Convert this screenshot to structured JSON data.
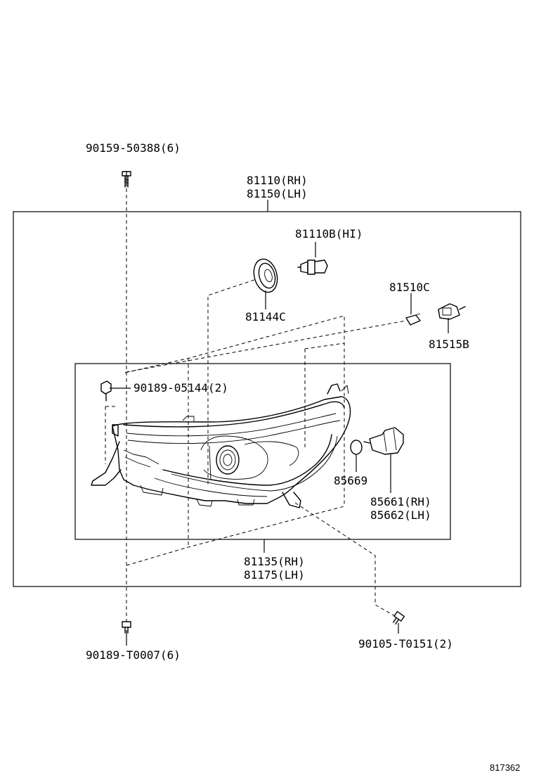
{
  "labels": {
    "screw_top": "90159-50388(6)",
    "assy_rh": "81110(RH)",
    "assy_lh": "81150(LH)",
    "bulb_hi": "81110B(HI)",
    "cap": "81144C",
    "bulb_c": "81510C",
    "socket_b": "81515B",
    "clip": "90189-05144(2)",
    "oring": "85669",
    "socket_rh": "85661(RH)",
    "socket_lh": "85662(LH)",
    "unit_rh": "81135(RH)",
    "unit_lh": "81175(LH)",
    "screw_bottom_left": "90189-T0007(6)",
    "screw_bottom_right": "90105-T0151(2)"
  },
  "figure_number": "817362",
  "icons": [
    "screw-icon",
    "bulb-icon",
    "dust-cap-icon",
    "wedge-bulb-icon",
    "bulb-socket-icon",
    "clip-icon",
    "o-ring-icon",
    "headlamp-unit-icon"
  ]
}
